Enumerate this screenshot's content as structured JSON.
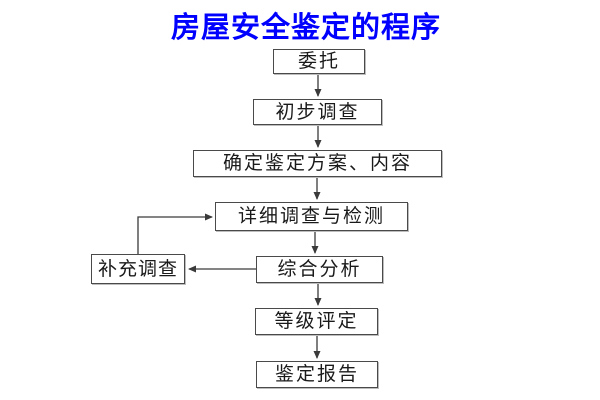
{
  "title": {
    "text": "房屋安全鉴定的程序",
    "color": "#0000ff"
  },
  "flowchart": {
    "nodes": [
      {
        "id": "commission",
        "label": "委托"
      },
      {
        "id": "preliminary-survey",
        "label": "初步调查"
      },
      {
        "id": "determine-plan",
        "label": "确定鉴定方案、内容"
      },
      {
        "id": "detailed-survey",
        "label": "详细调查与检测"
      },
      {
        "id": "comprehensive-analysis",
        "label": "综合分析"
      },
      {
        "id": "supplementary-survey",
        "label": "补充调查"
      },
      {
        "id": "grade-rating",
        "label": "等级评定"
      },
      {
        "id": "appraisal-report",
        "label": "鉴定报告"
      }
    ],
    "edges": [
      {
        "from": "委托",
        "to": "初步调查"
      },
      {
        "from": "初步调查",
        "to": "确定鉴定方案、内容"
      },
      {
        "from": "确定鉴定方案、内容",
        "to": "详细调查与检测"
      },
      {
        "from": "详细调查与检测",
        "to": "综合分析"
      },
      {
        "from": "综合分析",
        "to": "补充调查"
      },
      {
        "from": "补充调查",
        "to": "详细调查与检测"
      },
      {
        "from": "综合分析",
        "to": "等级评定"
      },
      {
        "from": "等级评定",
        "to": "鉴定报告"
      }
    ]
  },
  "colors": {
    "background": "#ffffff",
    "box_border": "#4a4a4a",
    "box_fill": "#ffffff",
    "box_text": "#1a1a1a",
    "arrow": "#3a3a3a"
  }
}
